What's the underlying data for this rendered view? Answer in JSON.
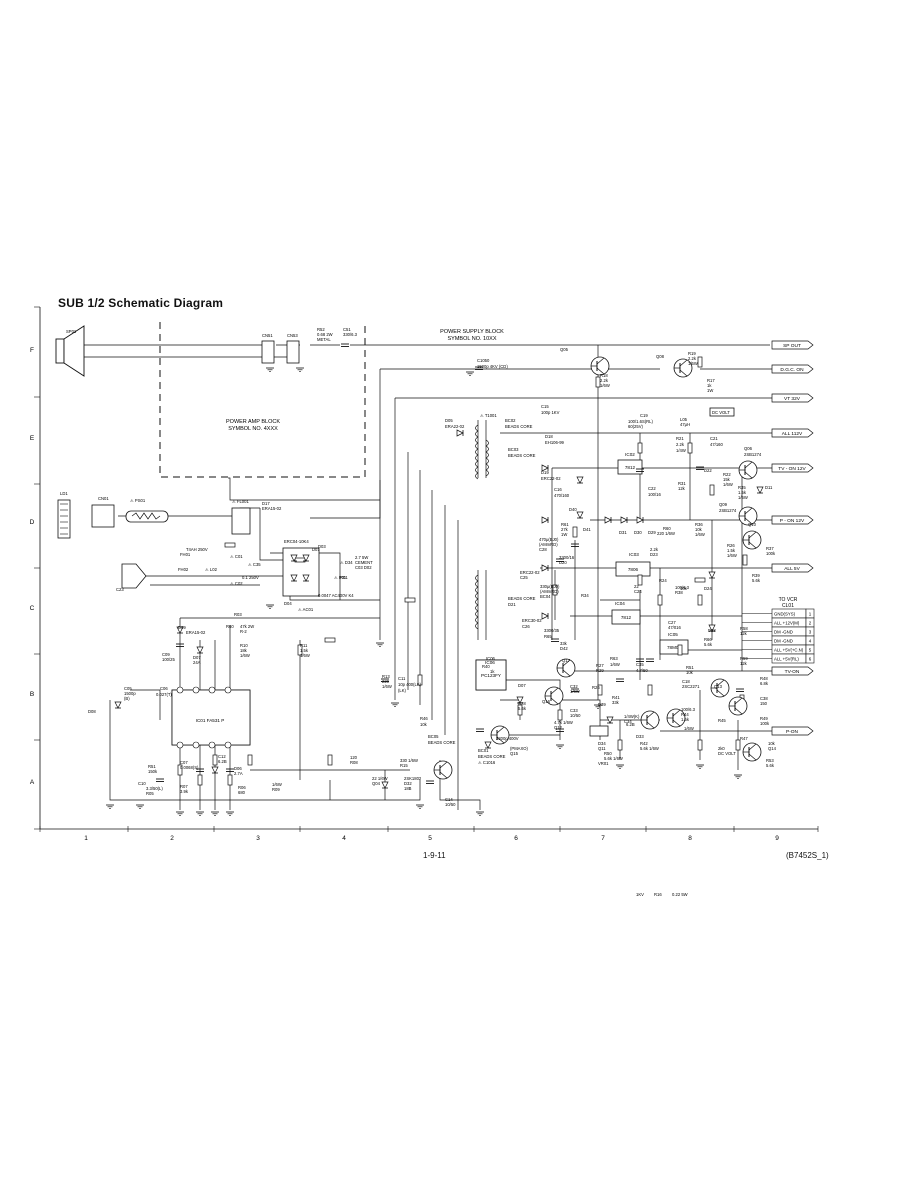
{
  "title": "SUB 1/2 Schematic Diagram",
  "page_number": "1-9-11",
  "doc_code": "(B7452S_1)",
  "col_labels": [
    "1",
    "2",
    "3",
    "4",
    "5",
    "6",
    "7",
    "8",
    "9"
  ],
  "row_labels": [
    "F",
    "E",
    "D",
    "C",
    "B",
    "A"
  ],
  "blocks": {
    "power_amp": [
      "POWER AMP BLOCK",
      "SYMBOL NO. 4XXX"
    ],
    "power_supply": [
      "POWER SUPPLY BLOCK",
      "SYMBOL NO. 10XX"
    ]
  },
  "outputs": [
    "SP OUT",
    "D.G.C. ON",
    "VT 32V",
    "ALL 112V",
    "TV - ON 12V",
    "P - ON 12V",
    "ALL 5V",
    "TV-ON",
    "P-ON"
  ],
  "connector": {
    "title": [
      "TO VCR",
      "CL01"
    ],
    "pins": [
      {
        "name": "GND(SYS)",
        "num": "1"
      },
      {
        "name": "ALL +12V(M)",
        "num": "2"
      },
      {
        "name": "DM -GND",
        "num": "3"
      },
      {
        "name": "DM -GND",
        "num": "4"
      },
      {
        "name": "ALL +5V(+C.N)",
        "num": "5"
      },
      {
        "name": "ALL +5V(RL)",
        "num": "6"
      }
    ]
  },
  "ics": [
    {
      "ref": "IC01 FA531 P"
    },
    {
      "ref": "IC02",
      "part": "7812"
    },
    {
      "ref": "IC03",
      "part": "7806"
    },
    {
      "ref": "IC04",
      "part": "7812"
    },
    {
      "ref": "IC05",
      "part": "78M05"
    },
    {
      "ref": "IC06",
      "part": "PC123FY"
    }
  ],
  "labels": [
    {
      "t": "SP01"
    },
    {
      "t": "CN51"
    },
    {
      "t": "CN53"
    },
    {
      "t": "R52"
    },
    {
      "t": "0.68 2W"
    },
    {
      "t": "METAL"
    },
    {
      "t": "C51"
    },
    {
      "t": "330/6.3"
    },
    {
      "t": "C1050"
    },
    {
      "t": "1500p 4KV (CD)"
    },
    {
      "t": "Q05"
    },
    {
      "t": "Q08"
    },
    {
      "t": "R18"
    },
    {
      "t": "2.2k"
    },
    {
      "t": "1/6W"
    },
    {
      "t": "R19"
    },
    {
      "t": "2.2k"
    },
    {
      "t": "1/6W"
    },
    {
      "t": "R17"
    },
    {
      "t": "1k"
    },
    {
      "t": "1W"
    },
    {
      "t": "DC VOLT"
    },
    {
      "t": "D05"
    },
    {
      "t": "ERA22-02"
    },
    {
      "t": "⚠ T1001"
    },
    {
      "t": "BC02"
    },
    {
      "t": "BEADS CORE"
    },
    {
      "t": "C15"
    },
    {
      "t": "100p 1KV"
    },
    {
      "t": "D18"
    },
    {
      "t": "EH106-99"
    },
    {
      "t": "BC03"
    },
    {
      "t": "BEADS CORE"
    },
    {
      "t": "D19"
    },
    {
      "t": "ERC22-02"
    },
    {
      "t": "C16"
    },
    {
      "t": "470/160"
    },
    {
      "t": "C19"
    },
    {
      "t": "100/1.6S(RL)"
    },
    {
      "t": "60(25V)"
    },
    {
      "t": "L05"
    },
    {
      "t": "47μH"
    },
    {
      "t": "R21"
    },
    {
      "t": "2.2k"
    },
    {
      "t": "1/4W"
    },
    {
      "t": "C21"
    },
    {
      "t": "47/160"
    },
    {
      "t": "Q06"
    },
    {
      "t": "2SB1274"
    },
    {
      "t": "D11"
    },
    {
      "t": "D22"
    },
    {
      "t": "R22"
    },
    {
      "t": "15k"
    },
    {
      "t": "1/6W"
    },
    {
      "t": "C22"
    },
    {
      "t": "100/16"
    },
    {
      "t": "R31"
    },
    {
      "t": "12k"
    },
    {
      "t": "R35"
    },
    {
      "t": "1.5k"
    },
    {
      "t": "1/6W"
    },
    {
      "t": "Q09"
    },
    {
      "t": "2SB1274"
    },
    {
      "t": "D40"
    },
    {
      "t": "R61"
    },
    {
      "t": "27k"
    },
    {
      "t": "1W"
    },
    {
      "t": "D41"
    },
    {
      "t": "D31"
    },
    {
      "t": "D30"
    },
    {
      "t": "D29"
    },
    {
      "t": "R60"
    },
    {
      "t": "220 1/6W"
    },
    {
      "t": "R36"
    },
    {
      "t": "10k"
    },
    {
      "t": "1/6W"
    },
    {
      "t": "Q10"
    },
    {
      "t": "R37"
    },
    {
      "t": "100k"
    },
    {
      "t": "R26"
    },
    {
      "t": "1.5k"
    },
    {
      "t": "1/6W"
    },
    {
      "t": "LD1"
    },
    {
      "t": "CN01"
    },
    {
      "t": "⚠ PS01"
    },
    {
      "t": "⚠ FL001"
    },
    {
      "t": "D17"
    },
    {
      "t": "ERA15-02"
    },
    {
      "t": "ERC04-10K4"
    },
    {
      "t": "D01"
    },
    {
      "t": "D03"
    },
    {
      "t": "⚠ D34"
    },
    {
      "t": "⚠ F01"
    },
    {
      "t": "T4AH 250V"
    },
    {
      "t": "FH01"
    },
    {
      "t": "FH02"
    },
    {
      "t": "⚠ L02"
    },
    {
      "t": "⚠ C01"
    },
    {
      "t": "0.1 250V"
    },
    {
      "t": "⚠ C02"
    },
    {
      "t": "⚠ C35"
    },
    {
      "t": "R01"
    },
    {
      "t": "2.7 5W"
    },
    {
      "t": "CEMENT"
    },
    {
      "t": "C03 D02"
    },
    {
      "t": "D04"
    },
    {
      "t": "0.0047 AC400V K4"
    },
    {
      "t": "⚠ AC01"
    },
    {
      "t": "C23"
    },
    {
      "t": "470μ(BJ0)"
    },
    {
      "t": "(AMmRD)"
    },
    {
      "t": "C28"
    },
    {
      "t": "3300/16"
    },
    {
      "t": "D20"
    },
    {
      "t": "ERC22-02"
    },
    {
      "t": "C25"
    },
    {
      "t": "330μ(BJ0)"
    },
    {
      "t": "(AMmRD)"
    },
    {
      "t": "BC04"
    },
    {
      "t": "BEADS CORE"
    },
    {
      "t": "D21"
    },
    {
      "t": "ERC30-02"
    },
    {
      "t": "C26"
    },
    {
      "t": "3300/35"
    },
    {
      "t": "R65"
    },
    {
      "t": "33k"
    },
    {
      "t": "D42"
    },
    {
      "t": "R34"
    },
    {
      "t": "2.2k"
    },
    {
      "t": "D23"
    },
    {
      "t": "R24"
    },
    {
      "t": "22"
    },
    {
      "t": "C24"
    },
    {
      "t": "100/6.3"
    },
    {
      "t": "R38"
    },
    {
      "t": "10k"
    },
    {
      "t": "D24"
    },
    {
      "t": "R39"
    },
    {
      "t": "5.6k"
    },
    {
      "t": "C27"
    },
    {
      "t": "47/016"
    },
    {
      "t": "D28"
    },
    {
      "t": "R66"
    },
    {
      "t": "5.6k"
    },
    {
      "t": "R58"
    },
    {
      "t": "12k"
    },
    {
      "t": "R59"
    },
    {
      "t": "12k"
    },
    {
      "t": "R03"
    },
    {
      "t": "D09"
    },
    {
      "t": "ERA15-02"
    },
    {
      "t": "R60"
    },
    {
      "t": "47k 2W"
    },
    {
      "t": "R-2"
    },
    {
      "t": "R11"
    },
    {
      "t": "1.5k"
    },
    {
      "t": "1/6W"
    },
    {
      "t": "R10"
    },
    {
      "t": "18k"
    },
    {
      "t": "1/6W"
    },
    {
      "t": "C09"
    },
    {
      "t": "100/25"
    },
    {
      "t": "D07"
    },
    {
      "t": "24A"
    },
    {
      "t": "C06"
    },
    {
      "t": "0.027(T)"
    },
    {
      "t": "C05"
    },
    {
      "t": "1500p"
    },
    {
      "t": "(B)"
    },
    {
      "t": "D08"
    },
    {
      "t": "R13"
    },
    {
      "t": "220"
    },
    {
      "t": "1/6W"
    },
    {
      "t": "C11"
    },
    {
      "t": "10p 400(LK)"
    },
    {
      "t": "(LK)"
    },
    {
      "t": "IC06"
    },
    {
      "t": "R40"
    },
    {
      "t": "1k"
    },
    {
      "t": "D07"
    },
    {
      "t": "Q17"
    },
    {
      "t": "R27"
    },
    {
      "t": "R26"
    },
    {
      "t": "R29"
    },
    {
      "t": "C32"
    },
    {
      "t": "1/6W"
    },
    {
      "t": "R63"
    },
    {
      "t": "1/6W"
    },
    {
      "t": "C35"
    },
    {
      "t": "4.7/50"
    },
    {
      "t": "R51"
    },
    {
      "t": "10k"
    },
    {
      "t": "C18"
    },
    {
      "t": "2SC2271"
    },
    {
      "t": "Q13"
    },
    {
      "t": "R48"
    },
    {
      "t": "6.8k"
    },
    {
      "t": "C38"
    },
    {
      "t": "150"
    },
    {
      "t": "R49"
    },
    {
      "t": "100k"
    },
    {
      "t": "Q16"
    },
    {
      "t": "R28"
    },
    {
      "t": "5.6k"
    },
    {
      "t": "C33"
    },
    {
      "t": "10/50"
    },
    {
      "t": "R41"
    },
    {
      "t": "33k"
    },
    {
      "t": "1/4W(K)"
    },
    {
      "t": "C34"
    },
    {
      "t": "100/6.3"
    },
    {
      "t": "R44"
    },
    {
      "t": "1.5k"
    },
    {
      "t": "1/6W"
    },
    {
      "t": "R45"
    },
    {
      "t": "4.7k 1/6W"
    },
    {
      "t": "Q12"
    },
    {
      "t": "R46"
    },
    {
      "t": "10k"
    },
    {
      "t": "BC05"
    },
    {
      "t": "BEADS CORE"
    },
    {
      "t": "BC01"
    },
    {
      "t": "BEADS CORE"
    },
    {
      "t": "⚠ C1016"
    },
    {
      "t": "2200p 400V"
    },
    {
      "t": "(PMAXO)"
    },
    {
      "t": "Q15"
    },
    {
      "t": "D39"
    },
    {
      "t": "6.2B"
    },
    {
      "t": "D33"
    },
    {
      "t": "D34"
    },
    {
      "t": "Q11"
    },
    {
      "t": "R42"
    },
    {
      "t": "5.6k 1/6W"
    },
    {
      "t": "R50"
    },
    {
      "t": "5.6k 1/6W"
    },
    {
      "t": "VR01"
    },
    {
      "t": "2k0"
    },
    {
      "t": "DC VOLT"
    },
    {
      "t": "R47"
    },
    {
      "t": "10k"
    },
    {
      "t": "Q14"
    },
    {
      "t": "R53"
    },
    {
      "t": "5.6k"
    },
    {
      "t": "R51"
    },
    {
      "t": "150k"
    },
    {
      "t": "C07"
    },
    {
      "t": "0.0068(S)"
    },
    {
      "t": "R07"
    },
    {
      "t": "3.9k"
    },
    {
      "t": "C12"
    },
    {
      "t": "6.2B"
    },
    {
      "t": "D06"
    },
    {
      "t": "2.7A"
    },
    {
      "t": "C10"
    },
    {
      "t": "3.3/50(L)"
    },
    {
      "t": "R05"
    },
    {
      "t": "R06"
    },
    {
      "t": "680"
    },
    {
      "t": "1/6W"
    },
    {
      "t": "R09"
    },
    {
      "t": "120"
    },
    {
      "t": "R08"
    },
    {
      "t": "330 1/6W"
    },
    {
      "t": "R15"
    },
    {
      "t": "22 1/6W"
    },
    {
      "t": "Q04"
    },
    {
      "t": "2SK1802"
    },
    {
      "t": "D32"
    },
    {
      "t": "18B"
    },
    {
      "t": "C14"
    },
    {
      "t": "10/50"
    },
    {
      "t": "1KV"
    },
    {
      "t": "R16"
    },
    {
      "t": "0.22 5W"
    }
  ]
}
